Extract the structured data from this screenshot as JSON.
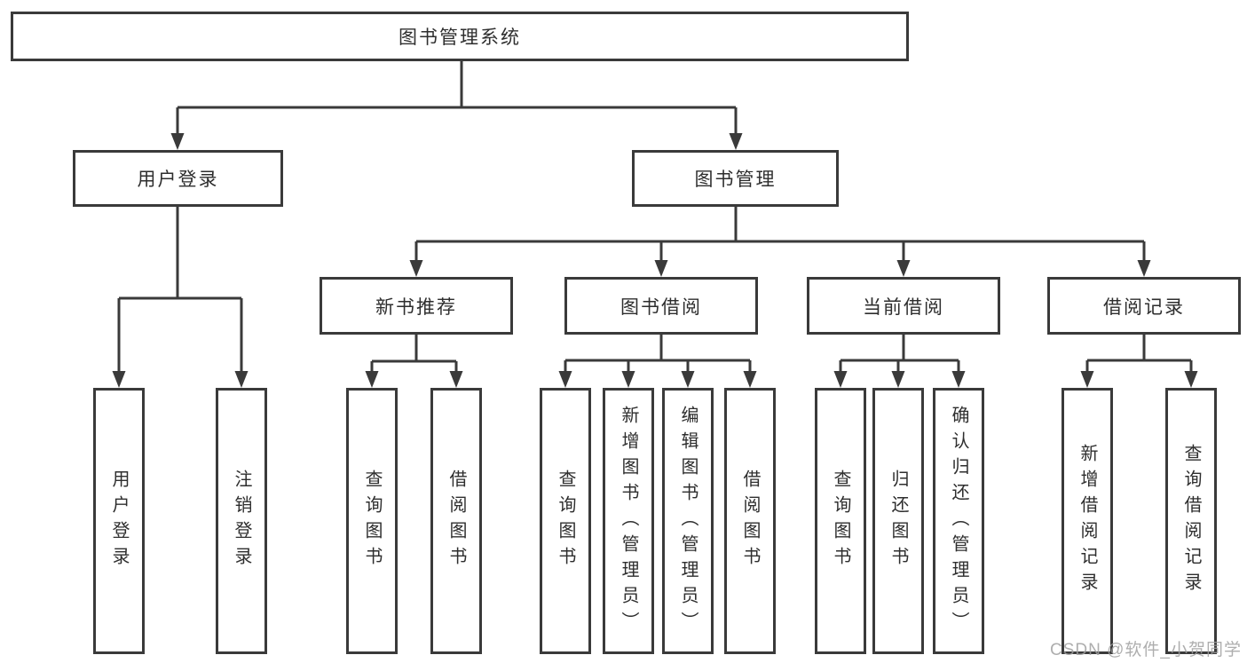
{
  "diagram": {
    "title": "图书管理系统",
    "root": {
      "label": "图书管理系统"
    },
    "branches": [
      {
        "label": "用户登录",
        "children": [
          {
            "label": "用户登录"
          },
          {
            "label": "注销登录"
          }
        ]
      },
      {
        "label": "图书管理",
        "children": [
          {
            "label": "新书推荐",
            "children": [
              {
                "label": "查询图书"
              },
              {
                "label": "借阅图书"
              }
            ]
          },
          {
            "label": "图书借阅",
            "children": [
              {
                "label": "查询图书"
              },
              {
                "label": "新增图书（管理员）"
              },
              {
                "label": "编辑图书（管理员）"
              },
              {
                "label": "借阅图书"
              }
            ]
          },
          {
            "label": "当前借阅",
            "children": [
              {
                "label": "查询图书"
              },
              {
                "label": "归还图书"
              },
              {
                "label": "确认归还（管理员）"
              }
            ]
          },
          {
            "label": "借阅记录",
            "children": [
              {
                "label": "新增借阅记录"
              },
              {
                "label": "查询借阅记录"
              }
            ]
          }
        ]
      }
    ]
  },
  "watermark": "CSDN @软件_小贺同学",
  "colors": {
    "line": "#3a3a3a",
    "box_border": "#3a3a3a",
    "box_fill": "#ffffff",
    "text": "#2e2e2e",
    "watermark": "#a8a8a8",
    "background": "#ffffff"
  }
}
